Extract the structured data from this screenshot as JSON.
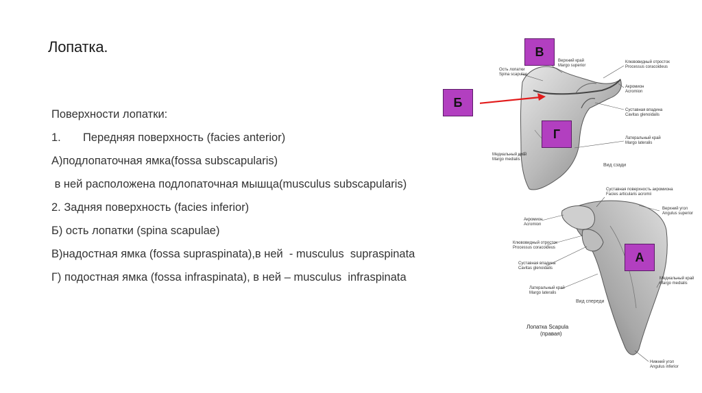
{
  "title": "Лопатка.",
  "lines": [
    {
      "num": "",
      "text": "Поверхности лопатки:"
    },
    {
      "num": "1.",
      "text": "Передняя поверхность (facies anterior)"
    },
    {
      "num": "",
      "text": "А)подлопаточная ямка(fossa subscapularis)"
    },
    {
      "num": "",
      "text": " в ней расположена подлопаточная мышца(musculus subscapularis)"
    },
    {
      "num": "",
      "text": "2. Задняя поверхность (facies inferior)"
    },
    {
      "num": "",
      "text": "Б) ость лопатки (spina scapulae)"
    },
    {
      "num": "",
      "text": "В)надостная ямка (fossa supraspinata),в ней  - musculus  supraspinata"
    },
    {
      "num": "",
      "text": "Г) подостная ямка (fossa infraspinata), в ней – musculus  infraspinata"
    }
  ],
  "markers": {
    "v": "В",
    "b": "Б",
    "g": "Г",
    "a": "А"
  },
  "colors": {
    "marker": "#b23fc0",
    "arrow": "#e21a1a"
  },
  "figure": {
    "top_labels": {
      "spine": [
        "Ость лопатки",
        "Spina scapulae"
      ],
      "superior_margin": [
        "Верхний край",
        "Margo superior"
      ],
      "coracoid": [
        "Клювовидный отросток",
        "Processus coracoideus"
      ],
      "acromion": [
        "Акромион",
        "Acromion"
      ],
      "glenoid": [
        "Суставная впадина",
        "Cavitas glenoidalis"
      ],
      "lateral": [
        "Латеральный край",
        "Margo lateralis"
      ],
      "medial": [
        "Медиальный край",
        "Margo medialis"
      ],
      "view": "Вид сзади"
    },
    "bottom_labels": {
      "articular": [
        "Суставная поверхность акромиона",
        "Facies articularis acromii"
      ],
      "superior_angle": [
        "Верхний угол",
        "Angulus superior"
      ],
      "acromion": [
        "Акромион",
        "Acromion"
      ],
      "coracoid": [
        "Клювовидный отросток",
        "Processus coracoideus"
      ],
      "glenoid": [
        "Суставная впадина",
        "Cavitas glenoidalis"
      ],
      "lateral": [
        "Латеральный край",
        "Margo lateralis"
      ],
      "medial": [
        "Медиальный край",
        "Margo medialis"
      ],
      "view": "Вид спереди",
      "inferior_angle": [
        "Нижний угол",
        "Angulus inferior"
      ]
    },
    "caption": [
      "Лопатка  Scapula",
      "(правая)"
    ]
  }
}
